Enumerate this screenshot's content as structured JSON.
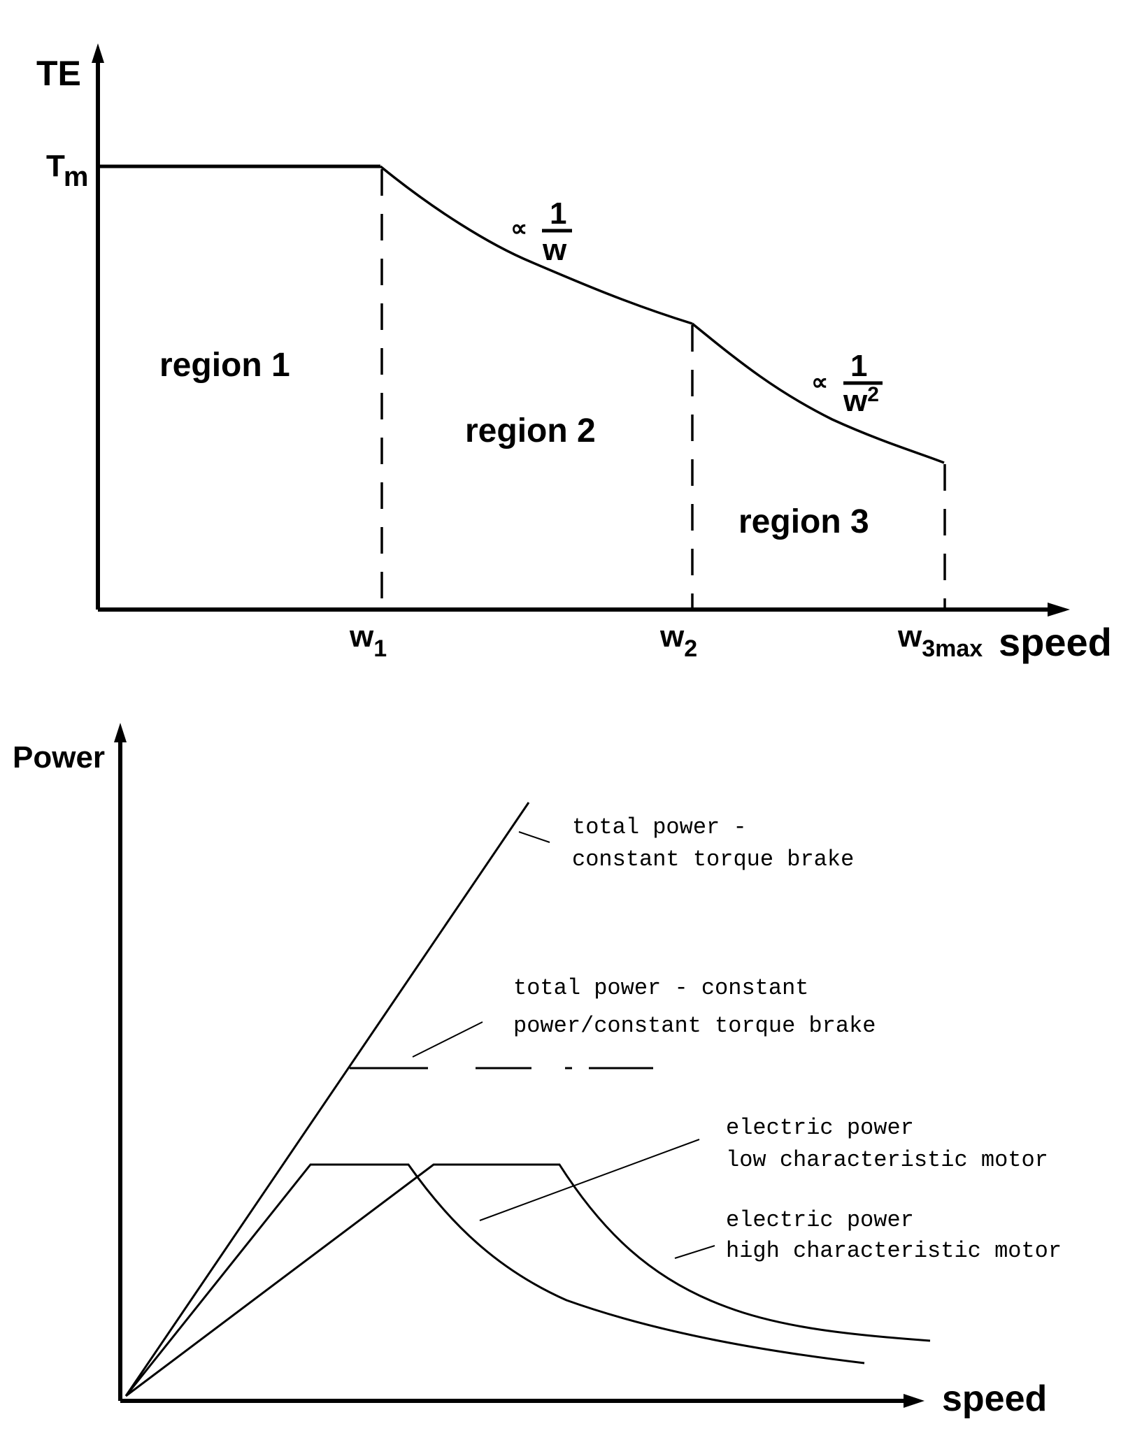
{
  "top_chart": {
    "y_axis_label": "TE",
    "tm_label": {
      "base": "T",
      "sub": "m"
    },
    "x_axis_label": "speed",
    "ticks": [
      {
        "base": "w",
        "sub": "1"
      },
      {
        "base": "w",
        "sub": "2"
      },
      {
        "base": "w",
        "sub": "3max"
      }
    ],
    "regions": [
      "region 1",
      "region 2",
      "region 3"
    ],
    "proportional_labels": [
      {
        "symbol": "∝",
        "numerator": "1",
        "denominator": "w",
        "exponent": ""
      },
      {
        "symbol": "∝",
        "numerator": "1",
        "denominator": "w",
        "exponent": "2"
      }
    ]
  },
  "bottom_chart": {
    "y_axis_label": "Power",
    "x_axis_label": "speed",
    "annotations": [
      {
        "line1": "total power -",
        "line2": "constant torque brake"
      },
      {
        "line1": "total power - constant",
        "line2": "power/constant torque brake"
      },
      {
        "line1": "electric power",
        "line2": "low characteristic motor"
      },
      {
        "line1": "electric power",
        "line2": "high characteristic motor"
      }
    ]
  }
}
